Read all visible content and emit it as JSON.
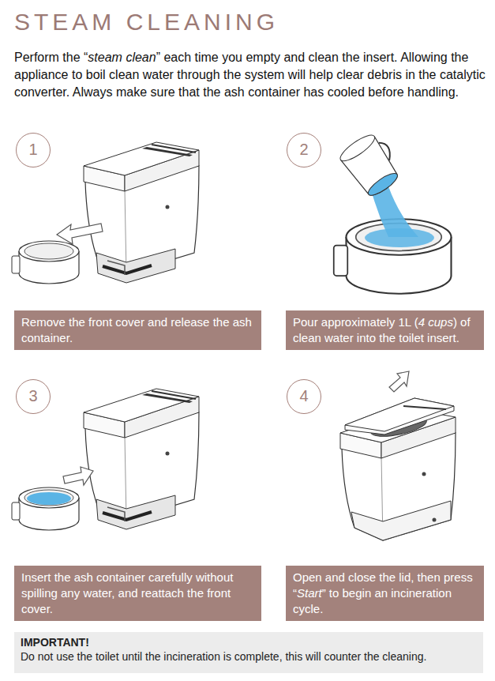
{
  "diagram": {
    "title": "STEAM CLEANING",
    "nodes": [
      {
        "text": [
          "1"
        ]
      },
      {
        "text": [
          "2"
        ]
      },
      {
        "text": [
          "Remove the front cover and release the ash container."
        ]
      },
      {
        "text": [
          "Pour approximately 1L (4 cups) of clean water into the toilet insert."
        ]
      },
      {
        "text": [
          "3"
        ]
      },
      {
        "text": [
          "4"
        ]
      },
      {
        "text": [
          "Insert the ash container carefully without spilling any water, and reattach the front cover."
        ]
      },
      {
        "text": [
          "Open and close the lid, then press “Start” to begin an incineration cycle."
        ]
      },
      {
        "text": [
          "IMPORTANT!",
          "Do not use the toilet until the incineration is complete, this will counter the cleaning."
        ]
      }
    ],
    "labels": [
      "Perform the “steam clean” each time you empty and clean the insert. Allowing the appliance to boil clean water through the system will help clear debris in the catalytic converter. Always make sure that the ash container has cooled before handling."
    ]
  }
}
